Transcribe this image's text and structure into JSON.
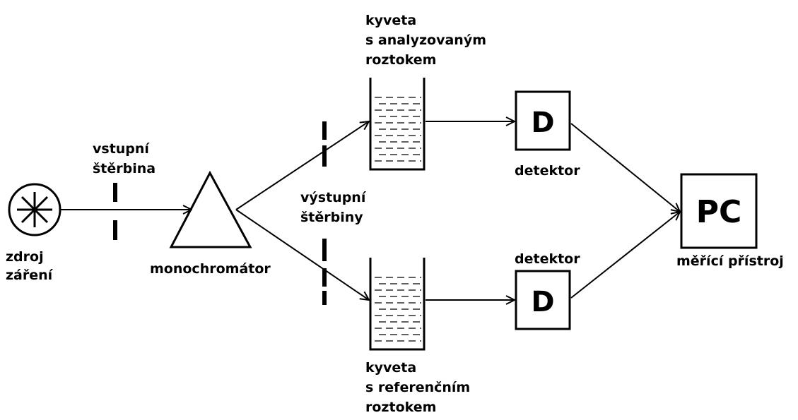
{
  "colors": {
    "stroke": "#000000",
    "background": "#ffffff"
  },
  "source": {
    "icon": "asterisk-lamp-icon",
    "label_line1": "zdroj",
    "label_line2": "záření"
  },
  "entrance_slit": {
    "label_line1": "vstupní",
    "label_line2": "štěrbina"
  },
  "monochromator": {
    "icon": "prism-triangle-icon",
    "label": "monochromátor"
  },
  "exit_slits": {
    "label_line1": "výstupní",
    "label_line2": "štěrbiny"
  },
  "cuvette_sample": {
    "label_line1": "kyveta",
    "label_line2": "s analyzovaným",
    "label_line3": "roztokem"
  },
  "cuvette_reference": {
    "label_line1": "kyveta",
    "label_line2": "s referenčním",
    "label_line3": "roztokem"
  },
  "detector_top": {
    "symbol": "D",
    "label": "detektor"
  },
  "detector_bottom": {
    "symbol": "D",
    "label": "detektor"
  },
  "pc": {
    "symbol": "PC",
    "label": "měřící přístroj"
  }
}
